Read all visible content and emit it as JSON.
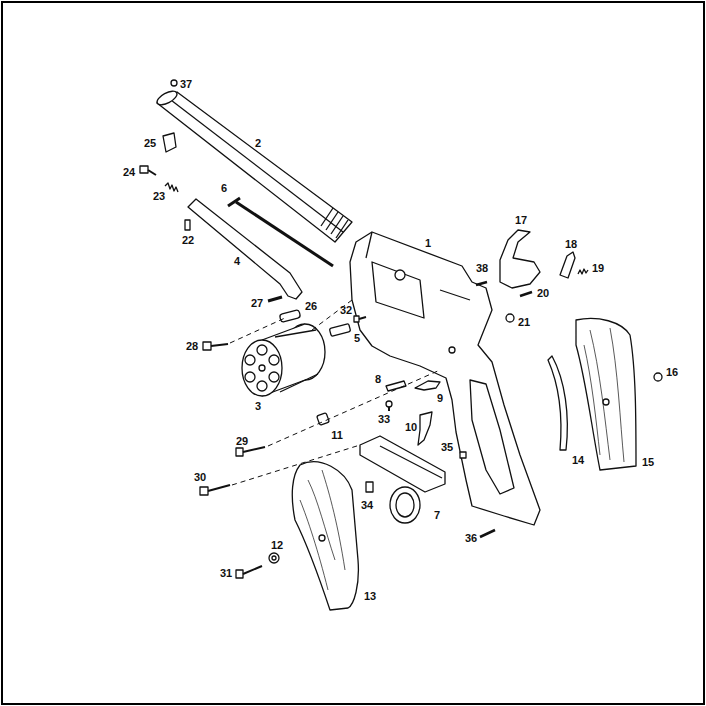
{
  "diagram": {
    "labels": [
      "37",
      "2",
      "25",
      "24",
      "23",
      "6",
      "22",
      "4",
      "1",
      "17",
      "18",
      "38",
      "19",
      "20",
      "21",
      "27",
      "26",
      "32",
      "5",
      "28",
      "3",
      "16",
      "8",
      "9",
      "33",
      "11",
      "10",
      "35",
      "29",
      "14",
      "15",
      "30",
      "34",
      "7",
      "12",
      "36",
      "31",
      "13"
    ]
  }
}
